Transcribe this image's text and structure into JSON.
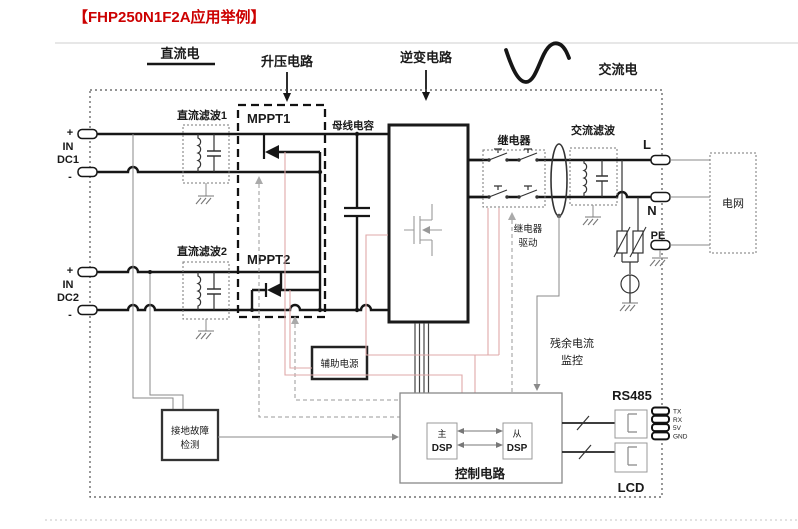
{
  "title": "【FHP250N1F2A应用举例】",
  "sections": {
    "dc": "直流电",
    "boost": "升压电路",
    "inverter": "逆变电路",
    "ac": "交流电"
  },
  "blocks": {
    "dc_filter1": "直流滤波1",
    "dc_filter2": "直流滤波2",
    "mppt1": "MPPT1",
    "mppt2": "MPPT2",
    "bus_cap": "母线电容",
    "relay": "继电器",
    "relay_drive_l1": "继电器",
    "relay_drive_l2": "驱动",
    "ac_filter": "交流滤波",
    "grid": "电网",
    "aux_power": "辅助电源",
    "gfd_l1": "接地故障",
    "gfd_l2": "检测",
    "residual_l1": "残余电流",
    "residual_l2": "监控",
    "control": "控制电路",
    "dsp_master_l1": "主",
    "dsp_master_l2": "DSP",
    "dsp_slave_l1": "从",
    "dsp_slave_l2": "DSP",
    "rs485": "RS485",
    "lcd": "LCD"
  },
  "terminals": {
    "in1": {
      "plus": "+",
      "name": "IN",
      "id": "DC1",
      "minus": "-"
    },
    "in2": {
      "plus": "+",
      "name": "IN",
      "id": "DC2",
      "minus": "-"
    },
    "l": "L",
    "n": "N",
    "pe": "PE",
    "pins": [
      "TX",
      "RX",
      "5V",
      "GND"
    ]
  },
  "colors": {
    "title_red": "#cc0000",
    "wire_black": "#161616",
    "signal_gray": "#8a8a8a",
    "drive_pink": "#dfa8a8"
  }
}
